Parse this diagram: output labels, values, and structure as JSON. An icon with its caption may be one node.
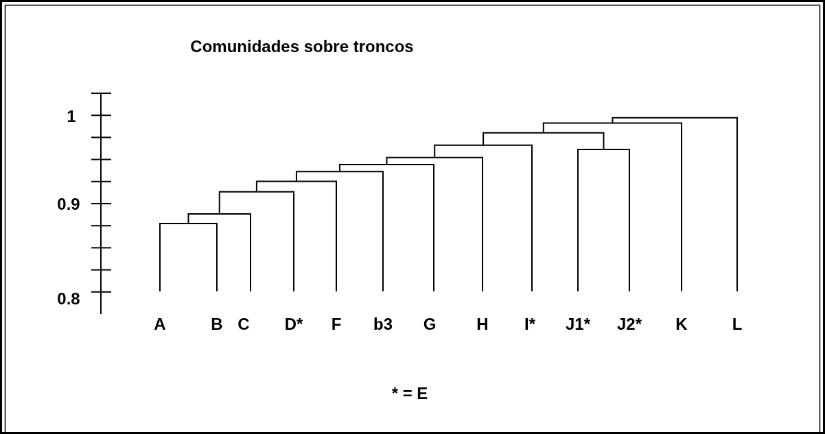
{
  "diagram": {
    "title": "Comunidades sobre troncos",
    "labels": [
      "1",
      "0.9",
      "0.8",
      "A",
      "B",
      "C",
      "D*",
      "F",
      "b3",
      "G",
      "H",
      "I*",
      "J1*",
      "J2*",
      "K",
      "L",
      "* = E"
    ]
  }
}
